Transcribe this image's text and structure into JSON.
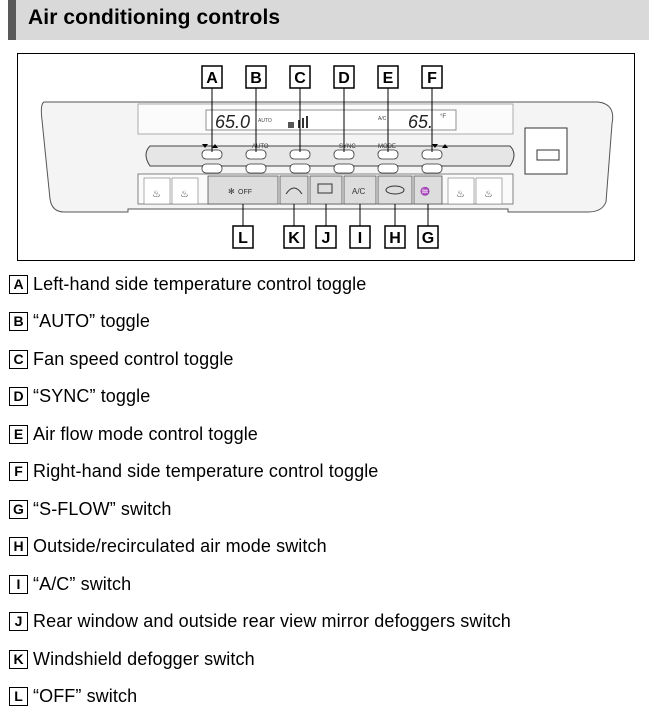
{
  "header": {
    "title": "Air conditioning controls"
  },
  "panel": {
    "left_temp": "65.0",
    "right_temp": "65.",
    "right_temp_unit": "°F",
    "auto": "AUTO",
    "sync": "SYNC",
    "mode": "MODE",
    "off": "OFF",
    "ac": "A/C",
    "ac_indicator": "A/C",
    "auto_indicator": "AUTO"
  },
  "top_callouts": [
    "A",
    "B",
    "C",
    "D",
    "E",
    "F"
  ],
  "bottom_callouts": [
    "L",
    "K",
    "J",
    "I",
    "H",
    "G"
  ],
  "legend": [
    {
      "letter": "A",
      "text": "Left-hand side temperature control toggle"
    },
    {
      "letter": "B",
      "text": "“AUTO” toggle"
    },
    {
      "letter": "C",
      "text": "Fan speed control toggle"
    },
    {
      "letter": "D",
      "text": "“SYNC” toggle"
    },
    {
      "letter": "E",
      "text": "Air flow mode control toggle"
    },
    {
      "letter": "F",
      "text": "Right-hand side temperature control toggle"
    },
    {
      "letter": "G",
      "text": "“S-FLOW” switch"
    },
    {
      "letter": "H",
      "text": "Outside/recirculated air mode switch"
    },
    {
      "letter": "I",
      "text": "“A/C” switch"
    },
    {
      "letter": "J",
      "text": "Rear window and outside rear view mirror defoggers switch"
    },
    {
      "letter": "K",
      "text": "Windshield defogger switch"
    },
    {
      "letter": "L",
      "text": "“OFF” switch"
    }
  ],
  "icons": {
    "seat_heater": "seat-heater-icon",
    "fan": "fan-icon",
    "windshield": "windshield-defogger-icon",
    "rear_defog": "rear-defogger-icon",
    "recirc": "recirculation-icon",
    "sflow": "s-flow-icon"
  }
}
